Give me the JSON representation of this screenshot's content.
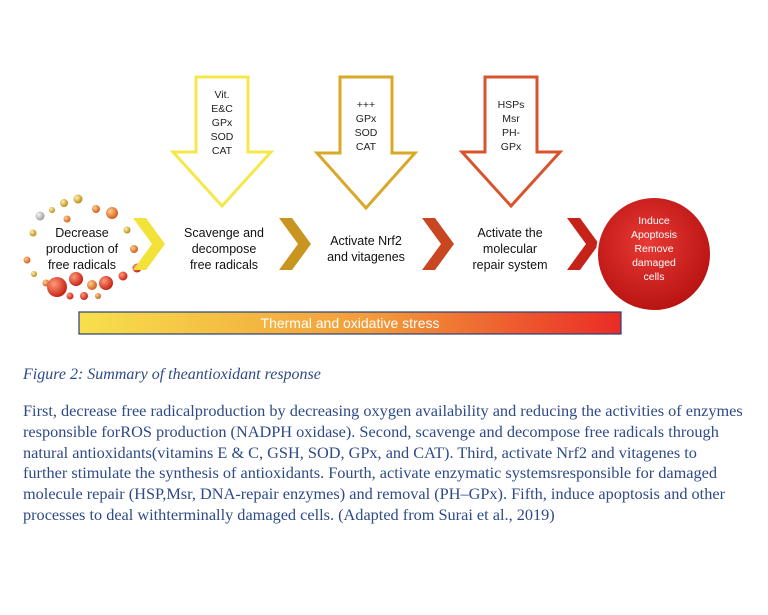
{
  "figure": {
    "steps": [
      [
        "Decrease",
        "production of",
        "free radicals"
      ],
      [
        "Scavenge and",
        "decompose",
        "free radicals"
      ],
      [
        "Activate Nrf2",
        "and vitagenes"
      ],
      [
        "Activate the",
        "molecular",
        "repair system"
      ]
    ],
    "down_arrows": [
      {
        "lines": [
          "Vit.",
          "E&C",
          "GPx",
          "SOD",
          "CAT"
        ],
        "color": "#f4e84a"
      },
      {
        "lines": [
          "+++",
          "GPx",
          "SOD",
          "CAT"
        ],
        "color": "#d8a828"
      },
      {
        "lines": [
          "HSPs",
          "Msr",
          "PH-",
          "GPx"
        ],
        "color": "#d8542c"
      }
    ],
    "chevron_colors": [
      "#f2e23a",
      "#c99521",
      "#c84620",
      "#c5221a"
    ],
    "circle": {
      "lines": [
        "Induce",
        "Apoptosis",
        "Remove",
        "damaged",
        "cells"
      ],
      "color": "#d11a1c"
    },
    "stress_bar": {
      "label": "Thermal and oxidative stress",
      "color_start": "#f7e04c",
      "color_end": "#ea2b26"
    }
  },
  "caption": "Figure 2: Summary of theantioxidant response",
  "body": "First, decrease free radicalproduction by decreasing oxygen availability and reducing the activities of enzymes responsible forROS production (NADPH oxidase). Second, scavenge and decompose free radicals through natural antioxidants(vitamins E & C, GSH, SOD, GPx, and CAT). Third, activate Nrf2 and vitagenes to further stimulate the synthesis of antioxidants. Fourth, activate enzymatic systemsresponsible for damaged molecule repair (HSP,Msr, DNA-repair enzymes) and removal (PH–GPx). Fifth, induce apoptosis and other processes to deal withterminally damaged cells. (Adapted from Surai et al., 2019)"
}
